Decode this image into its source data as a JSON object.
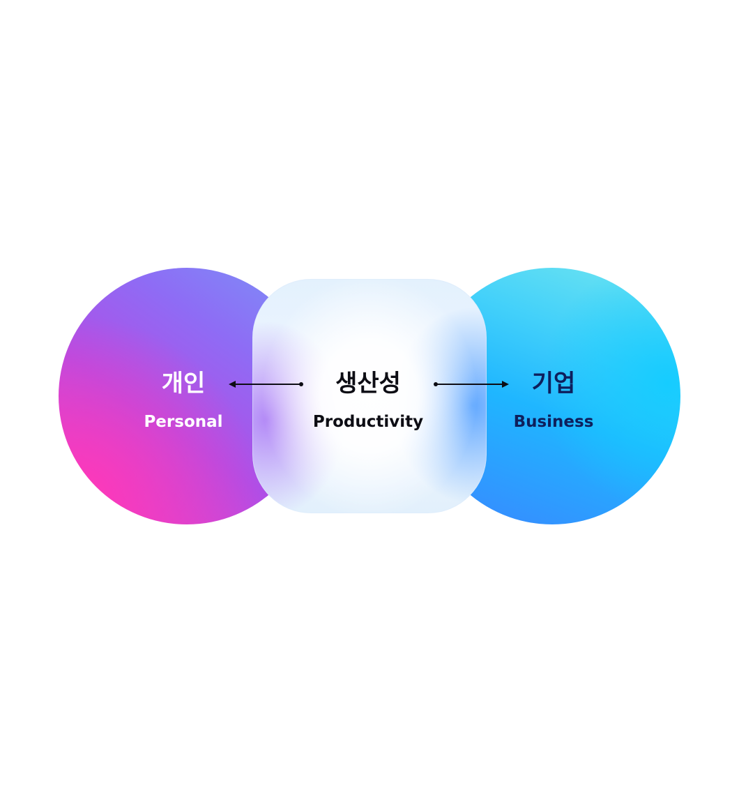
{
  "diagram": {
    "left": {
      "label_ko": "개인",
      "label_en": "Personal"
    },
    "center": {
      "label_ko": "생산성",
      "label_en": "Productivity"
    },
    "right": {
      "label_ko": "기업",
      "label_en": "Business"
    }
  },
  "colors": {
    "left_gradient": [
      "#ff38b8",
      "#b04ee6",
      "#7b93f7"
    ],
    "right_gradient": [
      "#72e6ef",
      "#1fb6ff",
      "#3a86ff"
    ],
    "center_glass": "#e3f1fd",
    "center_text": "#0d0d14",
    "right_text": "#0e1f5c",
    "arrow": "#0d0d14"
  }
}
